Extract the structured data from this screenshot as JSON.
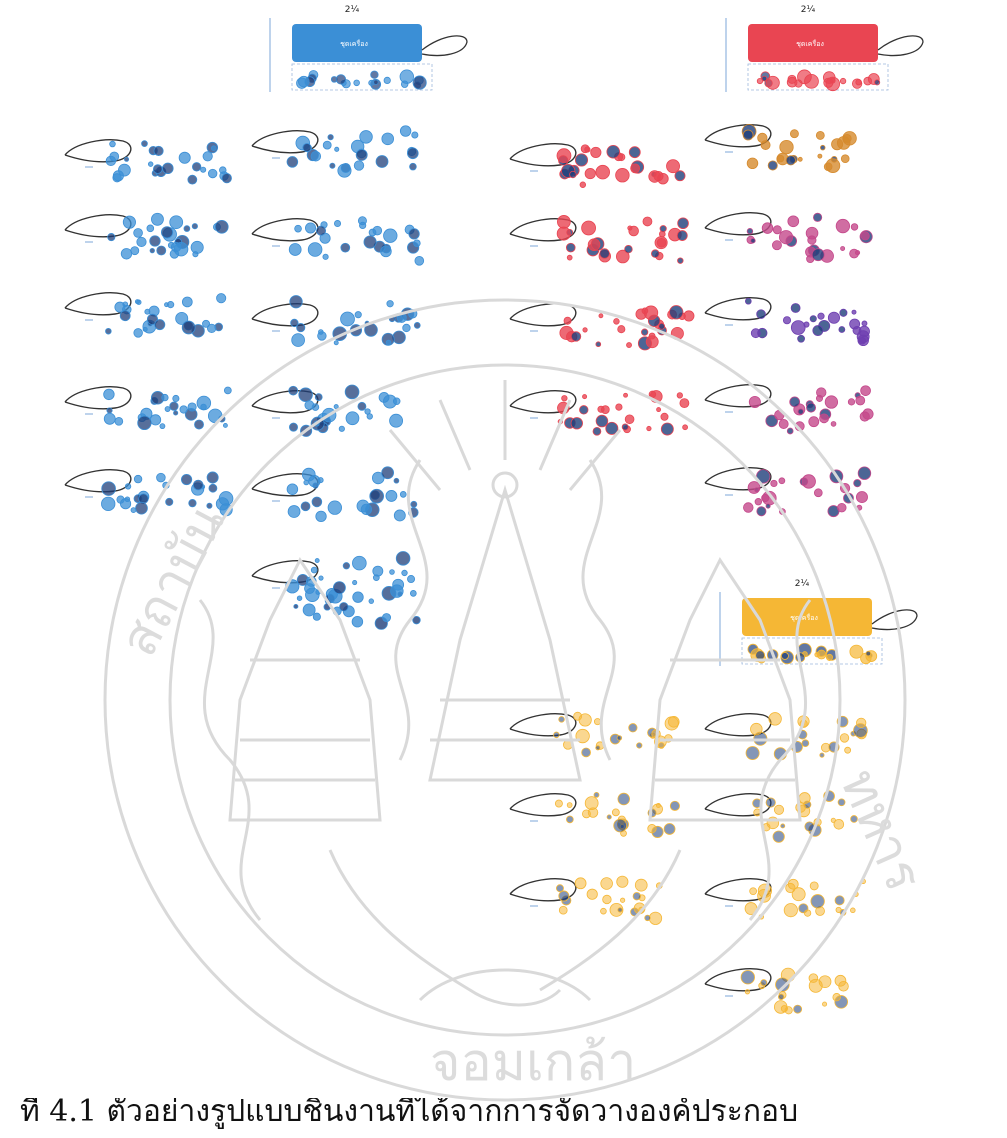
{
  "header_labels": {
    "blue_box_dim": "2¼",
    "red_box_dim": "2¼",
    "yellow_box_dim": "2¼",
    "blue_box_text": "ชุดเครื่อง",
    "red_box_text": "ชุดเครื่อง",
    "yellow_box_text": "ชุดเครื่อง"
  },
  "caption": "ที่ 4.1  ตัวอย่างรูปแบบชิ้นงานที่ได้จากการจัดวางองค์ประกอบ",
  "colors": {
    "blue": "#3b8fd6",
    "red": "#e94552",
    "yellow": "#f5b735",
    "watermark": "#d8d8d8"
  }
}
